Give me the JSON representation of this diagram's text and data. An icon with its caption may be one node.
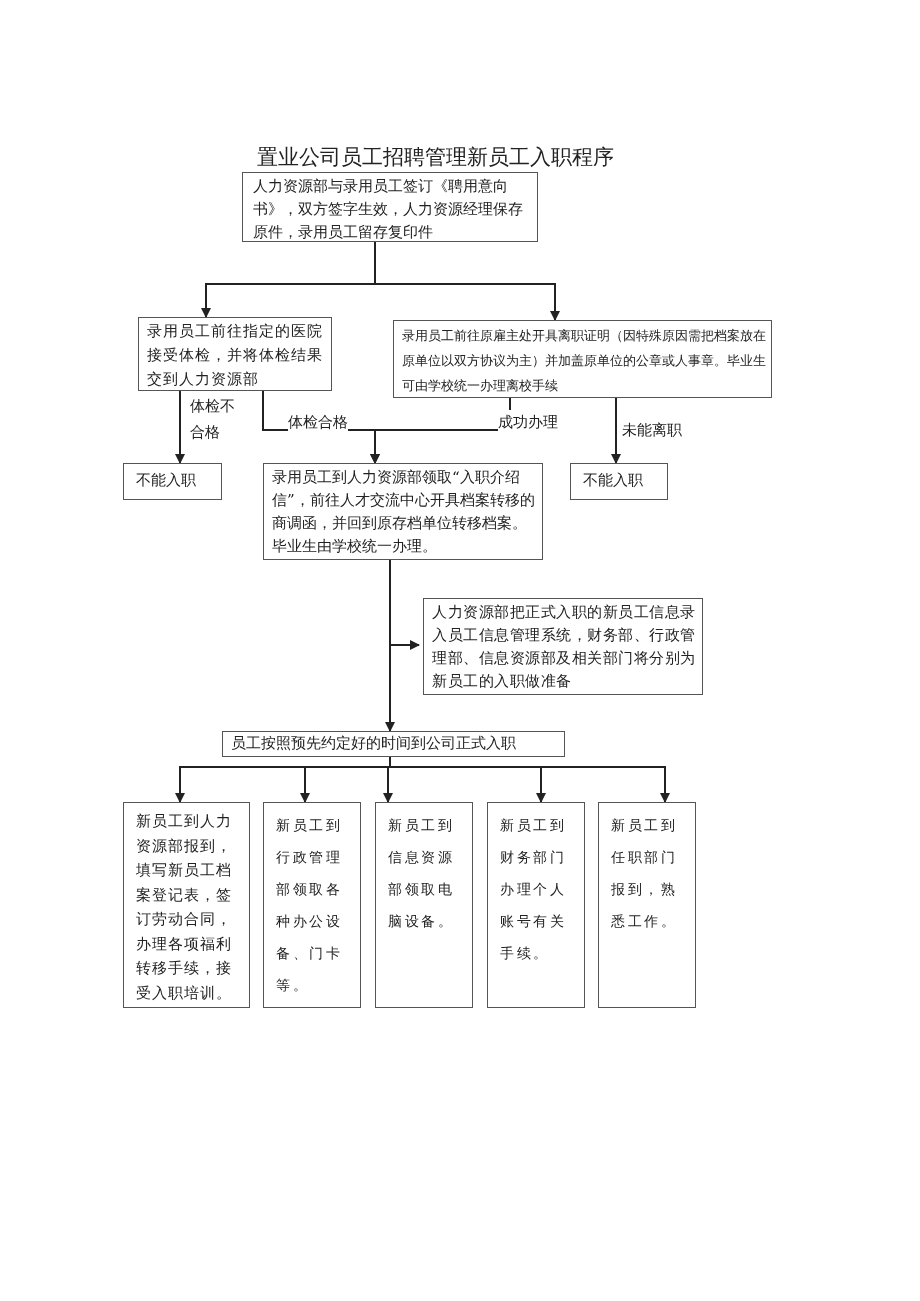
{
  "diagram": {
    "title": "置业公司员工招聘管理新员工入职程序",
    "nodes": [
      {
        "text": [
          "人力资源部与录用员工签订《聘用意向书》，双方签字生效，人力资源经理保存原件，录用员工留存复印件"
        ]
      },
      {
        "text": [
          "录用员工前往指定的医院接受体检，并将体检结果交到人力资源部"
        ]
      },
      {
        "text": [
          "录用员工前往原雇主处开具离职证明（因特殊原因需把档案放在原单位以双方协议为主）并加盖原单位的公章或人事章。毕业生可由学校统一办理离校手续"
        ]
      },
      {
        "text": [
          "不能入职"
        ]
      },
      {
        "text": [
          "录用员工到人力资源部领取“入职介绍信”，前往人才交流中心开具档案转移的商调函，并回到原存档单位转移档案。毕业生由学校统一办理。"
        ]
      },
      {
        "text": [
          "不能入职"
        ]
      },
      {
        "text": [
          "人力资源部把正式入职的新员工信息录入员工信息管理系统，财务部、行政管理部、信息资源部及相关部门将分别为新员工的入职做准备"
        ]
      },
      {
        "text": [
          "员工按照预先约定好的时间到公司正式入职"
        ]
      },
      {
        "text": [
          "新员工到人力资源部报到，填写新员工档案登记表，签订劳动合同，办理各项福利转移手续，接受入职培训。"
        ]
      },
      {
        "text": [
          "新员工到行政管理部领取各种办公设备、门卡等。"
        ]
      },
      {
        "text": [
          "新员工到信息资源部领取电脑设备。"
        ]
      },
      {
        "text": [
          "新员工到财务部门办理个人账号有关手续。"
        ]
      },
      {
        "text": [
          "新员工到任职部门报到，熟悉工作。"
        ]
      }
    ],
    "edges": [
      {
        "from": 0,
        "to": 1,
        "arrow": "to"
      },
      {
        "from": 0,
        "to": 2,
        "arrow": "to"
      },
      {
        "from": 1,
        "to": 3,
        "arrow": "to",
        "label": "体检不合格"
      },
      {
        "from": 1,
        "to": 4,
        "arrow": "to",
        "label": "体检合格"
      },
      {
        "from": 2,
        "to": 4,
        "arrow": "to",
        "label": "成功办理"
      },
      {
        "from": 2,
        "to": 5,
        "arrow": "to",
        "label": "未能离职"
      },
      {
        "from": 4,
        "to": 6,
        "arrow": "to"
      },
      {
        "from": 4,
        "to": 7,
        "arrow": "to"
      },
      {
        "from": 7,
        "to": 8,
        "arrow": "to"
      },
      {
        "from": 7,
        "to": 9,
        "arrow": "to"
      },
      {
        "from": 7,
        "to": 10,
        "arrow": "to"
      },
      {
        "from": 7,
        "to": 11,
        "arrow": "to"
      },
      {
        "from": 7,
        "to": 12,
        "arrow": "to"
      }
    ]
  }
}
